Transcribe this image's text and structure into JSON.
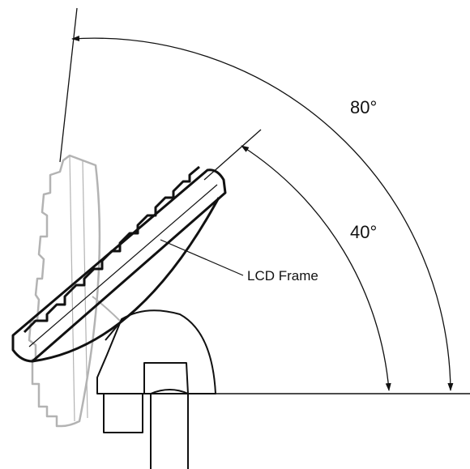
{
  "labels": {
    "angle_80": "80°",
    "angle_40": "40°",
    "lcd_frame": "LCD Frame"
  },
  "colors": {
    "line": "#111111",
    "ghost": "#b3b3b3",
    "background": "#ffffff"
  }
}
